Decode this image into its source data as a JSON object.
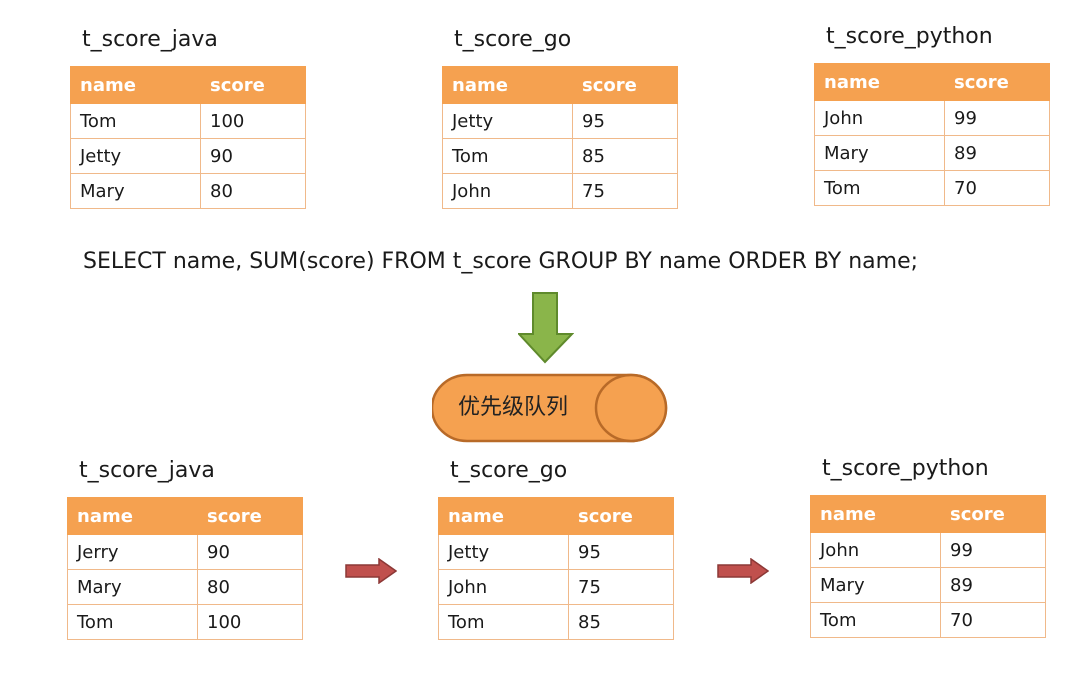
{
  "top": {
    "tables": [
      {
        "title": "t_score_java",
        "headers": [
          "name",
          "score"
        ],
        "rows": [
          [
            "Tom",
            "100"
          ],
          [
            "Jetty",
            "90"
          ],
          [
            "Mary",
            "80"
          ]
        ]
      },
      {
        "title": "t_score_go",
        "headers": [
          "name",
          "score"
        ],
        "rows": [
          [
            "Jetty",
            "95"
          ],
          [
            "Tom",
            "85"
          ],
          [
            "John",
            "75"
          ]
        ]
      },
      {
        "title": "t_score_python",
        "headers": [
          "name",
          "score"
        ],
        "rows": [
          [
            "John",
            "99"
          ],
          [
            "Mary",
            "89"
          ],
          [
            "Tom",
            "70"
          ]
        ]
      }
    ]
  },
  "sql": "SELECT name, SUM(score) FROM t_score GROUP BY name ORDER BY name;",
  "queue": {
    "label": "优先级队列"
  },
  "bottom": {
    "tables": [
      {
        "title": "t_score_java",
        "headers": [
          "name",
          "score"
        ],
        "rows": [
          [
            "Jerry",
            "90"
          ],
          [
            "Mary",
            "80"
          ],
          [
            "Tom",
            "100"
          ]
        ]
      },
      {
        "title": "t_score_go",
        "headers": [
          "name",
          "score"
        ],
        "rows": [
          [
            "Jetty",
            "95"
          ],
          [
            "John",
            "75"
          ],
          [
            "Tom",
            "85"
          ]
        ]
      },
      {
        "title": "t_score_python",
        "headers": [
          "name",
          "score"
        ],
        "rows": [
          [
            "John",
            "99"
          ],
          [
            "Mary",
            "89"
          ],
          [
            "Tom",
            "70"
          ]
        ]
      }
    ]
  },
  "colors": {
    "header_fill": "#f5a150",
    "cell_border": "#f0b98a",
    "queue_fill": "#f5a150",
    "queue_stroke": "#b86a28",
    "down_arrow": "#8ab54a",
    "right_arrow": "#c0504d"
  }
}
